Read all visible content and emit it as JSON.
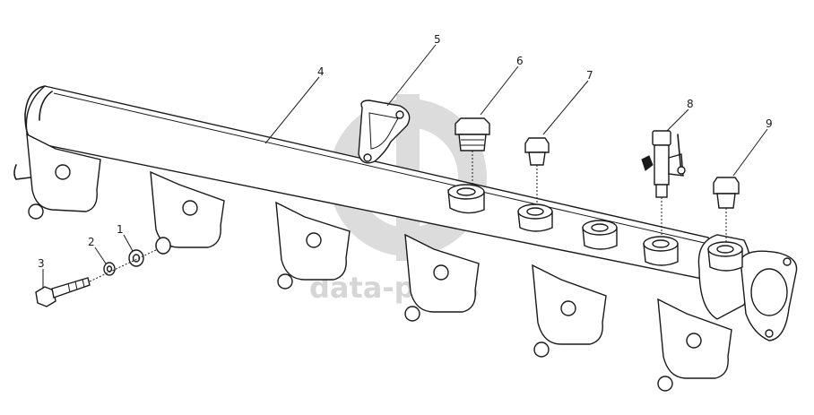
{
  "colors": {
    "line": "#1a1a1a",
    "watermark": "#d6d6d6",
    "background": "#ffffff"
  },
  "watermark": {
    "text": "data-parts"
  },
  "callouts": [
    {
      "id": "1",
      "label": "1"
    },
    {
      "id": "2",
      "label": "2"
    },
    {
      "id": "3",
      "label": "3"
    },
    {
      "id": "4",
      "label": "4"
    },
    {
      "id": "5",
      "label": "5"
    },
    {
      "id": "6",
      "label": "6"
    },
    {
      "id": "7",
      "label": "7"
    },
    {
      "id": "8",
      "label": "8"
    },
    {
      "id": "9",
      "label": "9"
    }
  ]
}
